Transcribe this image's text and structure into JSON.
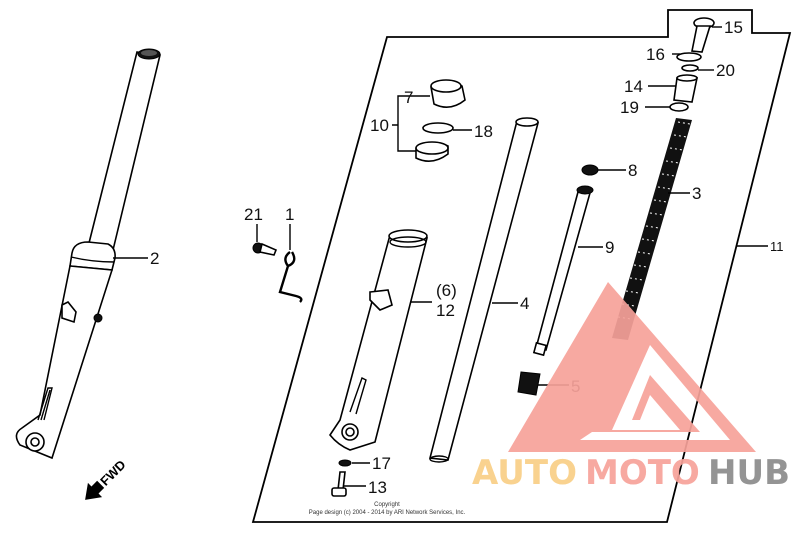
{
  "diagram": {
    "type": "exploded-parts-diagram",
    "subject": "front fork assembly",
    "direction_indicator": "FWD",
    "callouts": [
      {
        "id": "c1",
        "label": "1"
      },
      {
        "id": "c2",
        "label": "2"
      },
      {
        "id": "c3",
        "label": "3"
      },
      {
        "id": "c4",
        "label": "4"
      },
      {
        "id": "c5",
        "label": "5"
      },
      {
        "id": "c6",
        "label": "(6)"
      },
      {
        "id": "c7",
        "label": "7"
      },
      {
        "id": "c8",
        "label": "8"
      },
      {
        "id": "c9",
        "label": "9"
      },
      {
        "id": "c10",
        "label": "10"
      },
      {
        "id": "c11",
        "label": "11"
      },
      {
        "id": "c12",
        "label": "12"
      },
      {
        "id": "c13",
        "label": "13"
      },
      {
        "id": "c14",
        "label": "14"
      },
      {
        "id": "c15",
        "label": "15"
      },
      {
        "id": "c16",
        "label": "16"
      },
      {
        "id": "c17",
        "label": "17"
      },
      {
        "id": "c18",
        "label": "18"
      },
      {
        "id": "c19",
        "label": "19"
      },
      {
        "id": "c20",
        "label": "20"
      },
      {
        "id": "c21",
        "label": "21"
      }
    ],
    "copyright": {
      "line1": "Copyright",
      "line2": "Page design (c) 2004 - 2014 by ARI Network Services, Inc."
    }
  },
  "watermark": {
    "part1": "AUTO",
    "part2": "MOTO",
    "part3": "HUB",
    "colors": {
      "auto": "#f9cf86",
      "moto": "#f7a29a",
      "hub": "#8c8c8c",
      "triangle": "#f7a29a"
    }
  }
}
